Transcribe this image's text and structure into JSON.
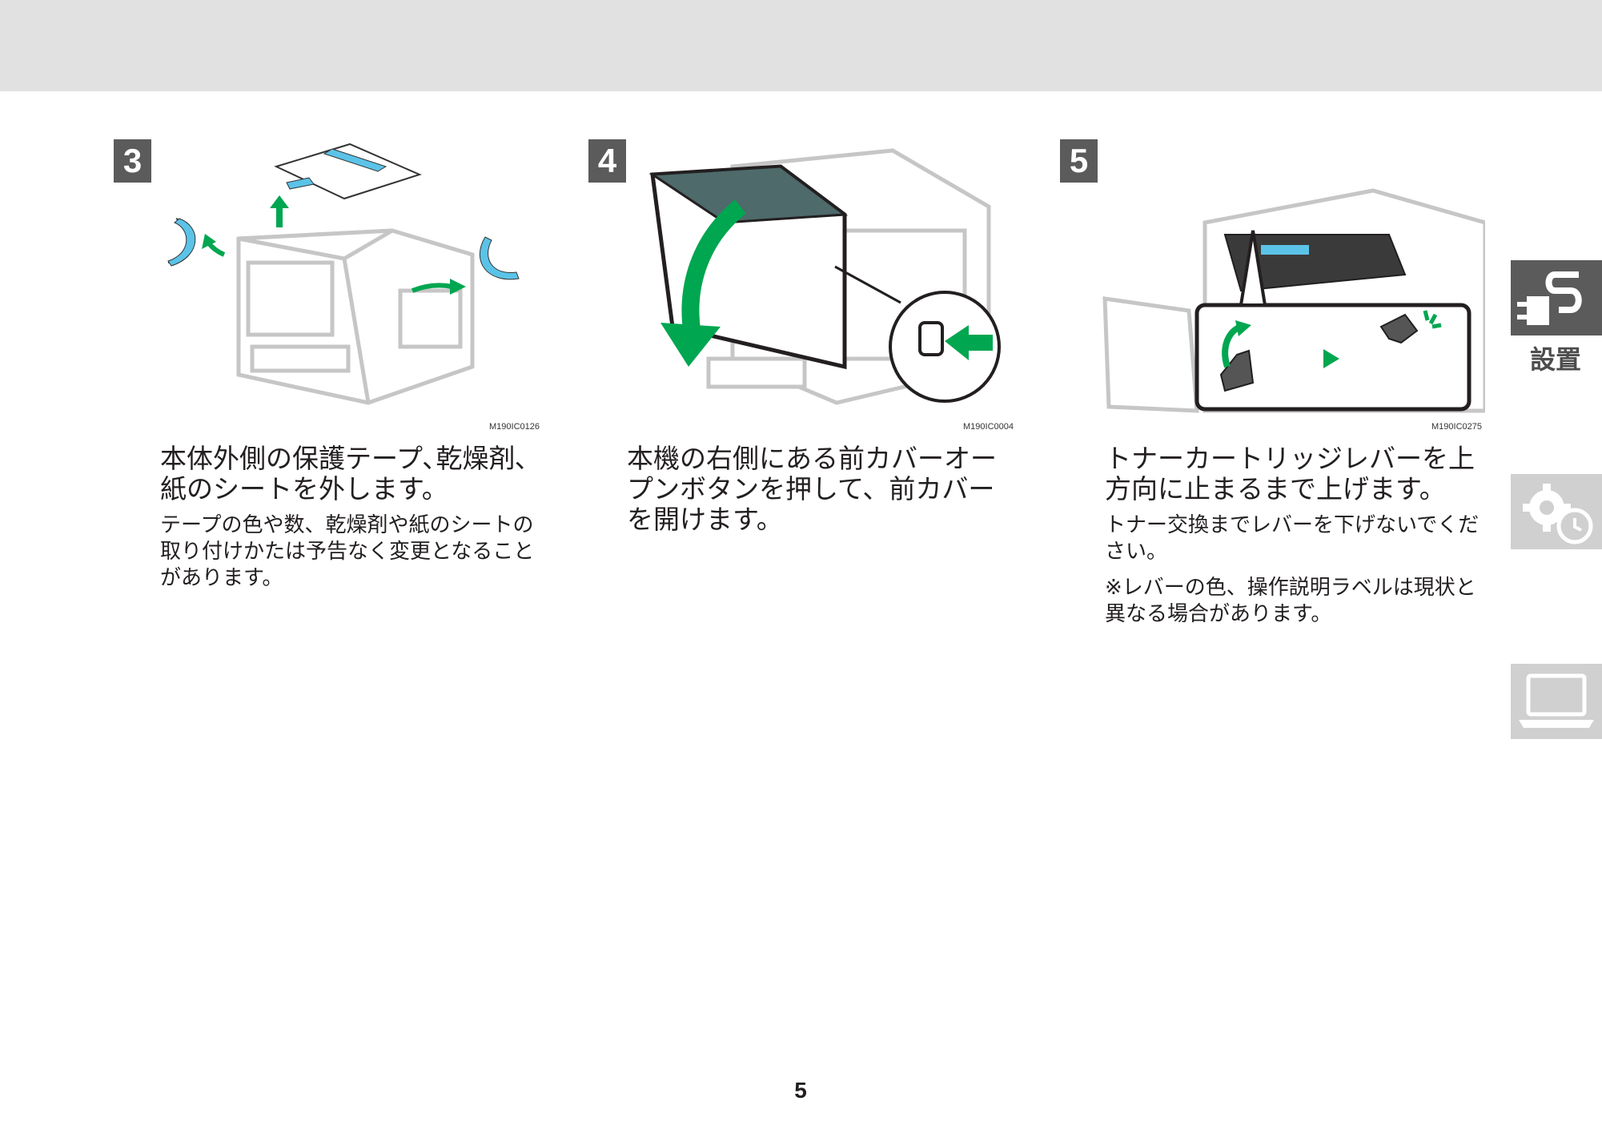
{
  "steps": [
    {
      "number": "3",
      "figure_code": "M190IC0126",
      "heading": "本体外側の保護テープ､乾燥剤､紙のシートを外します。",
      "notes": [
        "テープの色や数、乾燥剤や紙のシートの取り付けかたは予告なく変更となることがあります。"
      ]
    },
    {
      "number": "4",
      "figure_code": "M190IC0004",
      "heading": "本機の右側にある前カバーオープンボタンを押して、前カバーを開けます。",
      "notes": []
    },
    {
      "number": "5",
      "figure_code": "M190IC0275",
      "heading": "トナーカートリッジレバーを上方向に止まるまで上げます。",
      "notes": [
        "トナー交換までレバーを下げないでください。",
        "※レバーの色、操作説明ラベルは現状と異なる場合があります。"
      ]
    }
  ],
  "side_tabs": [
    {
      "label": "設置",
      "icon": "plug-icon",
      "active": true
    },
    {
      "label": "",
      "icon": "gear-clock-icon",
      "active": false
    },
    {
      "label": "",
      "icon": "laptop-icon",
      "active": false
    }
  ],
  "page_number": "5",
  "colors": {
    "accent_green": "#00a650",
    "tape_blue": "#5bc3e8",
    "tab_dark": "#5b5b5b",
    "tab_light": "#d0d0d0",
    "top_band": "#e1e1e1"
  }
}
